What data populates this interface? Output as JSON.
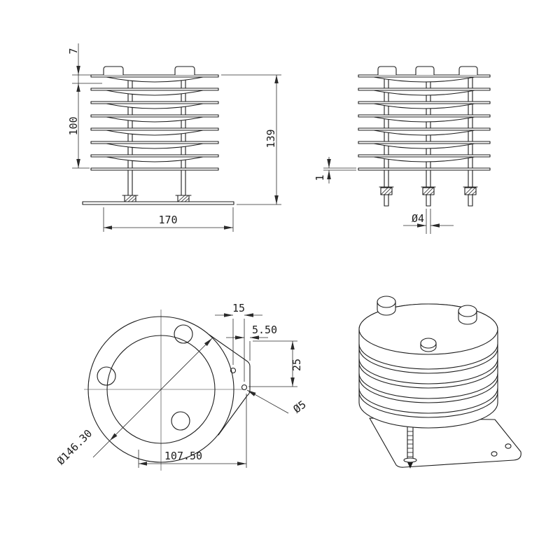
{
  "dims": {
    "front": {
      "cap_height": "7",
      "stack_height": "100",
      "overall_height": "139",
      "base_width": "170"
    },
    "side": {
      "plate_thickness": "1",
      "bolt_diameter": "Ø4"
    },
    "plan": {
      "hole_offset_x": "15",
      "edge_offset": "5.50",
      "hole_offset_y": "25",
      "small_hole_dia": "Ø5",
      "flange_dia": "Ø146.30",
      "mount_distance": "107.50"
    }
  }
}
